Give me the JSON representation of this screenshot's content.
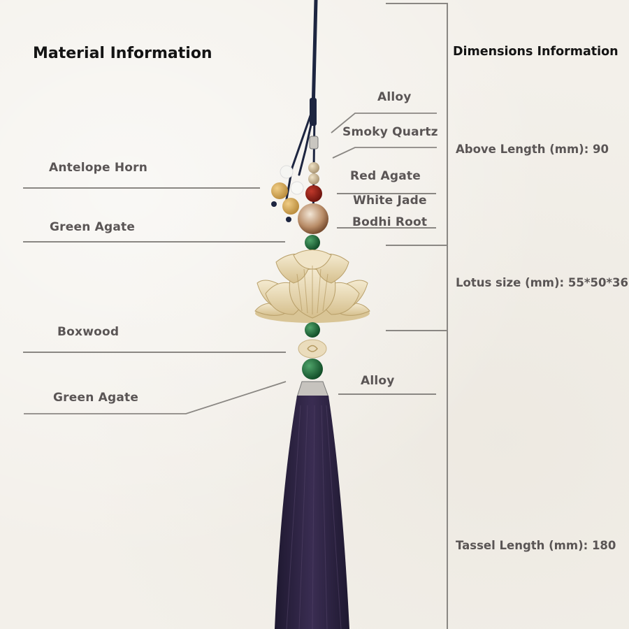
{
  "material": {
    "title": "Material Information",
    "left_labels": [
      {
        "text": "Antelope Horn"
      },
      {
        "text": "Green Agate"
      },
      {
        "text": "Boxwood"
      },
      {
        "text": "Green Agate"
      }
    ],
    "right_labels": [
      {
        "text": "Alloy"
      },
      {
        "text": "Smoky Quartz"
      },
      {
        "text": "Red Agate"
      },
      {
        "text": "White Jade"
      },
      {
        "text": "Bodhi Root"
      },
      {
        "text": "Alloy"
      }
    ]
  },
  "dimensions": {
    "title": "Dimensions Information",
    "items": [
      {
        "label": "Above Length (mm): 90"
      },
      {
        "label": "Lotus size (mm): 55*50*36"
      },
      {
        "label": "Tassel Length (mm): 180"
      }
    ]
  },
  "colors": {
    "background": "#f3f0ea",
    "line": "#8a8783",
    "label_text": "#5a5555",
    "title_text": "#141414",
    "tassel": "#2e2440",
    "cord": "#1d2540",
    "green_agate": "#1f6b3a",
    "red_agate": "#8e1c14",
    "boxwood": "#eadcbc"
  }
}
